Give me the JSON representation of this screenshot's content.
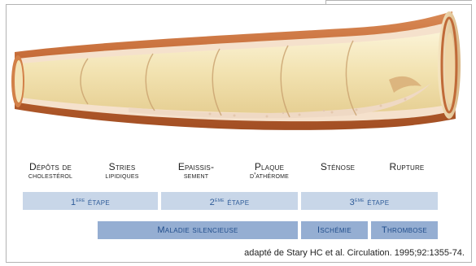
{
  "stages": [
    {
      "line1": "Dépôts de",
      "line2": "cholestérol"
    },
    {
      "line1": "Stries",
      "line2": "lipidiques"
    },
    {
      "line1": "Epaissis-",
      "line2": "sement"
    },
    {
      "line1": "Plaque",
      "line2": "d'athérome"
    },
    {
      "line1": "Sténose",
      "line2": ""
    },
    {
      "line1": "Rupture",
      "line2": ""
    }
  ],
  "steps": [
    {
      "num": "1",
      "sup": "ère",
      "label": "étape"
    },
    {
      "num": "2",
      "sup": "ème",
      "label": "étape"
    },
    {
      "num": "3",
      "sup": "ème",
      "label": "étape"
    }
  ],
  "conditions": [
    {
      "label": "Maladie silencieuse"
    },
    {
      "label": "Ischémie"
    },
    {
      "label": "Thrombose"
    }
  ],
  "citation": "adapté de Stary HC et al. Circulation. 1995;92:1355-74.",
  "colors": {
    "band_light": "#c8d6e8",
    "band_dark": "#95aed2",
    "band_text": "#2f5c99",
    "artery_outer": "#c46a38",
    "artery_wall": "#f4dcc7",
    "artery_lumen": "#f2e4b8"
  }
}
